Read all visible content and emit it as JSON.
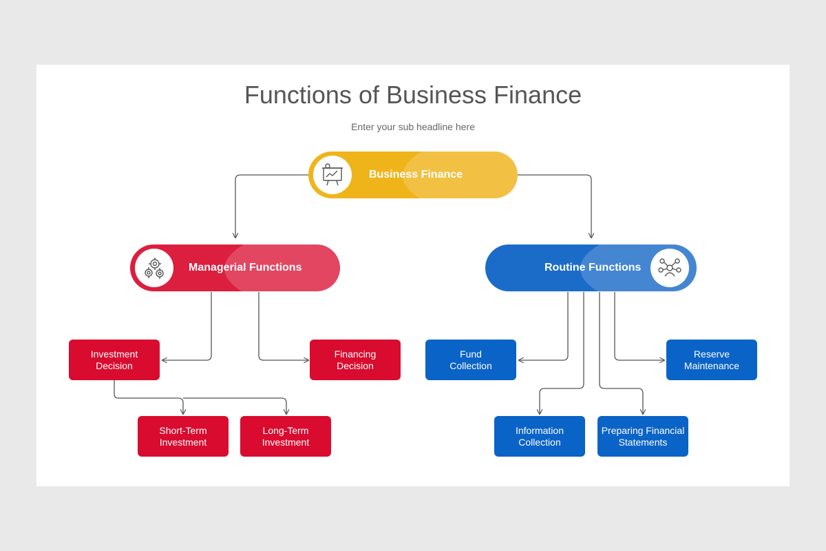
{
  "title": "Functions of Business Finance",
  "subtitle": "Enter your sub headline here",
  "colors": {
    "yellow": "#f0b41b",
    "red": "#d90b2f",
    "blue": "#0a63c6",
    "connector": "#555555"
  },
  "nodes": {
    "root": {
      "label": "Business Finance",
      "icon": "presentation-chart-icon"
    },
    "managerial": {
      "label": "Managerial Functions",
      "icon": "gears-icon"
    },
    "routine": {
      "label": "Routine Functions",
      "icon": "team-network-icon"
    },
    "investment_decision": {
      "label": "Investment\nDecision"
    },
    "financing_decision": {
      "label": "Financing\nDecision"
    },
    "short_term": {
      "label": "Short-Term\nInvestment"
    },
    "long_term": {
      "label": "Long-Term\nInvestment"
    },
    "fund_collection": {
      "label": "Fund\nCollection"
    },
    "reserve_maintenance": {
      "label": "Reserve\nMaintenance"
    },
    "information_collection": {
      "label": "Information\nCollection"
    },
    "preparing_statements": {
      "label": "Preparing Financial\nStatements"
    }
  }
}
